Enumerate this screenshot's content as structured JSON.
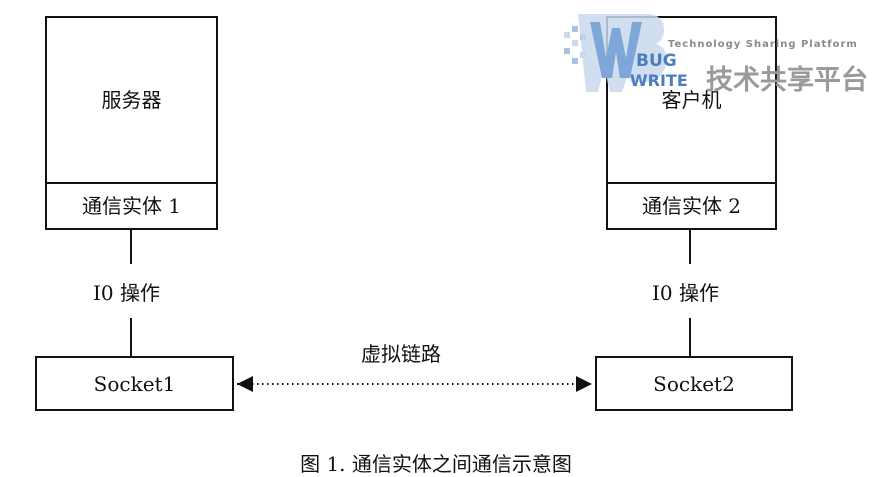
{
  "server": {
    "title": "服务器",
    "entity": "通信实体 1",
    "io": "I0 操作",
    "socket": "Socket1"
  },
  "client": {
    "title": "客户机",
    "entity": "通信实体 2",
    "io": "I0 操作",
    "socket": "Socket2"
  },
  "link": {
    "label": "虚拟链路"
  },
  "caption": "图 1. 通信实体之间通信示意图",
  "watermark": {
    "brand": "BUG",
    "brand2": "WRITE",
    "tagline": "Technology Sharing Platform",
    "cn": "技术共享平台"
  },
  "colors": {
    "watermark_blue": "#4a7fbf",
    "watermark_gray": "#9a9a9a",
    "watermark_light": "#c9d8ec"
  }
}
